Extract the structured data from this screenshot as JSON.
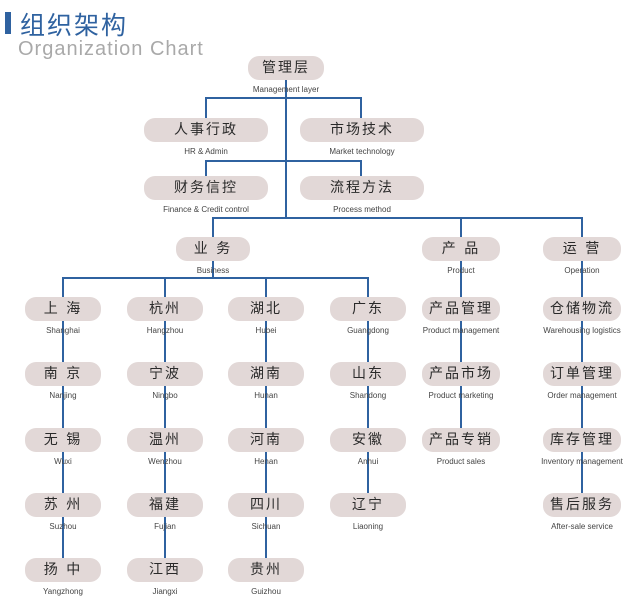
{
  "header": {
    "title_cn": "组织架构",
    "title_en": "Organization Chart"
  },
  "colors": {
    "line": "#2f62a0",
    "box": "#e2d8d7",
    "title": "#2f62a0"
  },
  "top": {
    "cn": "管理层",
    "en": "Management layer"
  },
  "staff": [
    {
      "cn": "人事行政",
      "en": "HR & Admin"
    },
    {
      "cn": "市场技术",
      "en": "Market technology"
    },
    {
      "cn": "财务信控",
      "en": "Finance & Credit control"
    },
    {
      "cn": "流程方法",
      "en": "Process method"
    }
  ],
  "divisions": [
    {
      "cn": "业 务",
      "en": "Business"
    },
    {
      "cn": "产 品",
      "en": "Product"
    },
    {
      "cn": "运 营",
      "en": "Operation"
    }
  ],
  "columns": [
    [
      {
        "cn": "上 海",
        "en": "Shanghai"
      },
      {
        "cn": "南 京",
        "en": "Nanjing"
      },
      {
        "cn": "无 锡",
        "en": "Wuxi"
      },
      {
        "cn": "苏 州",
        "en": "Suzhou"
      },
      {
        "cn": "扬 中",
        "en": "Yangzhong"
      }
    ],
    [
      {
        "cn": "杭州",
        "en": "Hangzhou"
      },
      {
        "cn": "宁波",
        "en": "Ningbo"
      },
      {
        "cn": "温州",
        "en": "Wenzhou"
      },
      {
        "cn": "福建",
        "en": "Fujian"
      },
      {
        "cn": "江西",
        "en": "Jiangxi"
      }
    ],
    [
      {
        "cn": "湖北",
        "en": "Hubei"
      },
      {
        "cn": "湖南",
        "en": "Hunan"
      },
      {
        "cn": "河南",
        "en": "Henan"
      },
      {
        "cn": "四川",
        "en": "Sichuan"
      },
      {
        "cn": "贵州",
        "en": "Guizhou"
      }
    ],
    [
      {
        "cn": "广东",
        "en": "Guangdong"
      },
      {
        "cn": "山东",
        "en": "Shandong"
      },
      {
        "cn": "安徽",
        "en": "Anhui"
      },
      {
        "cn": "辽宁",
        "en": "Liaoning"
      }
    ],
    [
      {
        "cn": "产品管理",
        "en": "Product management"
      },
      {
        "cn": "产品市场",
        "en": "Product marketing"
      },
      {
        "cn": "产品专销",
        "en": "Product sales"
      }
    ],
    [
      {
        "cn": "仓储物流",
        "en": "Warehousing logistics"
      },
      {
        "cn": "订单管理",
        "en": "Order management"
      },
      {
        "cn": "库存管理",
        "en": "Inventory management"
      },
      {
        "cn": "售后服务",
        "en": "After-sale service"
      }
    ]
  ]
}
